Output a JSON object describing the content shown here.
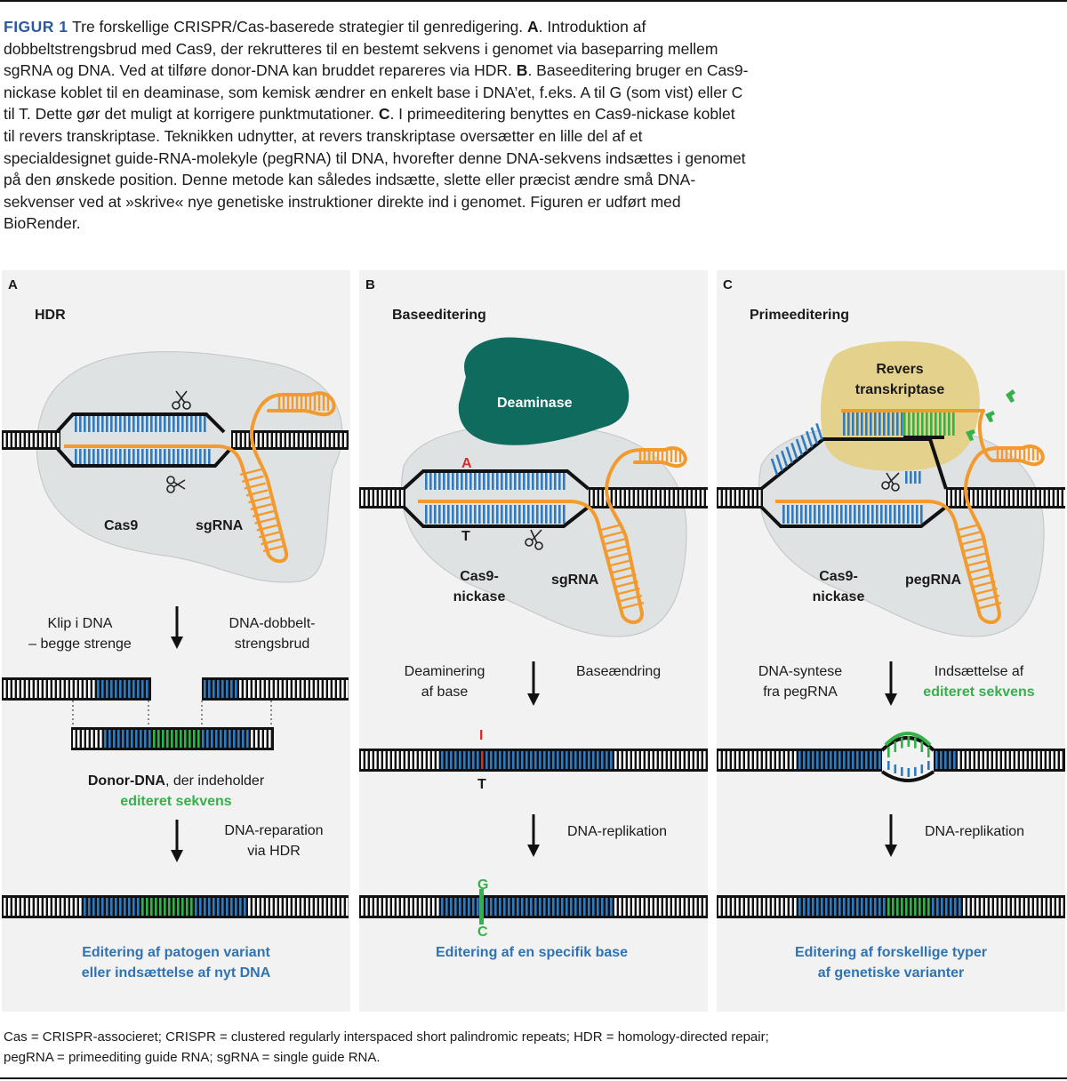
{
  "caption": {
    "label": "FIGUR 1",
    "text1": " Tre forskellige CRISPR/Cas-baserede strategier til genredigering. ",
    "a": "A",
    "text2": ". Introduktion af dobbeltstrengsbrud med Cas9, der rekrutteres til en bestemt sekvens i genomet via baseparring mellem sgRNA og DNA. Ved at tilføre donor-DNA kan bruddet repareres via HDR. ",
    "b": "B",
    "text3": ". Baseeditering bruger en Cas9-nickase koblet til en deaminase, som kemisk ændrer en enkelt base i DNA’et, f.eks. A til G (som vist) eller C til T. Dette gør det muligt at korrigere punktmutationer. ",
    "c": "C",
    "text4": ". I primeeditering benyttes en Cas9-nickase koblet til revers transkriptase. Teknikken udnytter, at revers transkriptase oversætter en lille del af et specialdesignet guide-RNA-molekyle (pegRNA) til DNA, hvorefter denne DNA-sekvens indsættes i genomet på den ønskede position. Denne metode kan således indsætte, slette eller præcist ændre små DNA-sekvenser ved at »skrive« nye genetiske instruktioner direkte ind i genomet. Figuren er udført med BioRender."
  },
  "panels": {
    "a": {
      "letter": "A",
      "title": "HDR",
      "protein_label": "Cas9",
      "rna_label": "sgRNA",
      "step1_left_1": "Klip i DNA",
      "step1_left_2": "– begge strenge",
      "step1_right_1": "DNA-dobbelt-",
      "step1_right_2": "strengsbrud",
      "donor_bold": "Donor-DNA",
      "donor_rest": ", der indeholder",
      "donor_green": "editeret sekvens",
      "step2_1": "DNA-reparation",
      "step2_2": "via HDR",
      "result_1": "Editering af patogen variant",
      "result_2": "eller indsættelse af nyt DNA"
    },
    "b": {
      "letter": "B",
      "title": "Baseeditering",
      "enzyme_label": "Deaminase",
      "base_top": "A",
      "base_bottom": "T",
      "protein_label_1": "Cas9-",
      "protein_label_2": "nickase",
      "rna_label": "sgRNA",
      "step1_left_1": "Deaminering",
      "step1_left_2": "af base",
      "step1_right": "Baseændring",
      "mid_base_top": "I",
      "mid_base_bottom": "T",
      "step2": "DNA-replikation",
      "final_top": "G",
      "final_bottom": "C",
      "result": "Editering af en specifik base"
    },
    "c": {
      "letter": "C",
      "title": "Primeeditering",
      "enzyme_label_1": "Revers",
      "enzyme_label_2": "transkriptase",
      "protein_label_1": "Cas9-",
      "protein_label_2": "nickase",
      "rna_label": "pegRNA",
      "step1_left_1": "DNA-syntese",
      "step1_left_2": "fra pegRNA",
      "step1_right_1": "Indsættelse af",
      "step1_right_2": "editeret sekvens",
      "step2": "DNA-replikation",
      "result_1": "Editering af forskellige typer",
      "result_2": "af genetiske varianter"
    }
  },
  "footnote": {
    "line1": "Cas = CRISPR-associeret; CRISPR = clustered regularly interspaced short palindromic repeats; HDR = homology-directed repair;",
    "line2": "pegRNA = primeediting guide RNA; sgRNA = single guide RNA."
  },
  "colors": {
    "blue_rungs": "#2f7bc1",
    "green_rungs": "#34b24a",
    "orange_rna": "#f39a2e",
    "protein_gray": "#dfe2e3",
    "deaminase": "#0f6b5e",
    "revers_transkriptase": "#e3d18c",
    "result_text": "#2f73b3",
    "caption_label": "#2b5aa0"
  }
}
